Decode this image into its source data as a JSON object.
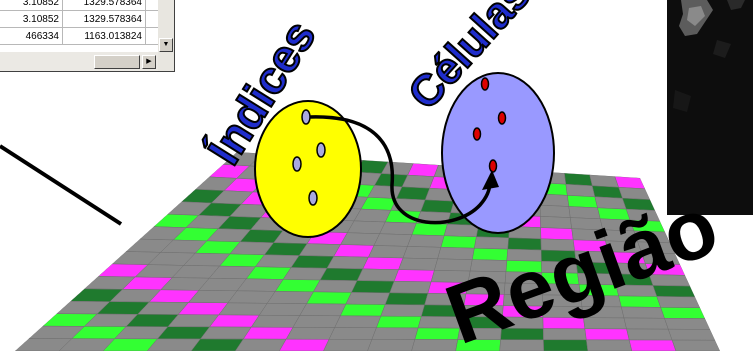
{
  "table": {
    "rows": [
      {
        "a": "3.10852",
        "b": "1329.578364"
      },
      {
        "a": "3.10852",
        "b": "1329.578364"
      },
      {
        "a": "466334",
        "b": "1163.013824"
      }
    ],
    "icons": {
      "down_arrow": "▼",
      "right_arrow": "▶"
    }
  },
  "labels": {
    "indices": "Índices",
    "celulas": "Células",
    "regiao": "Região"
  },
  "colors": {
    "magenta": "#ff33ff",
    "light_green": "#33ff33",
    "dark_green": "#1f7a2e",
    "gray": "#8a8a8a",
    "yellow_set": "#ffff00",
    "blue_set": "#9999ff",
    "label_blue": "#1f2dcc"
  }
}
